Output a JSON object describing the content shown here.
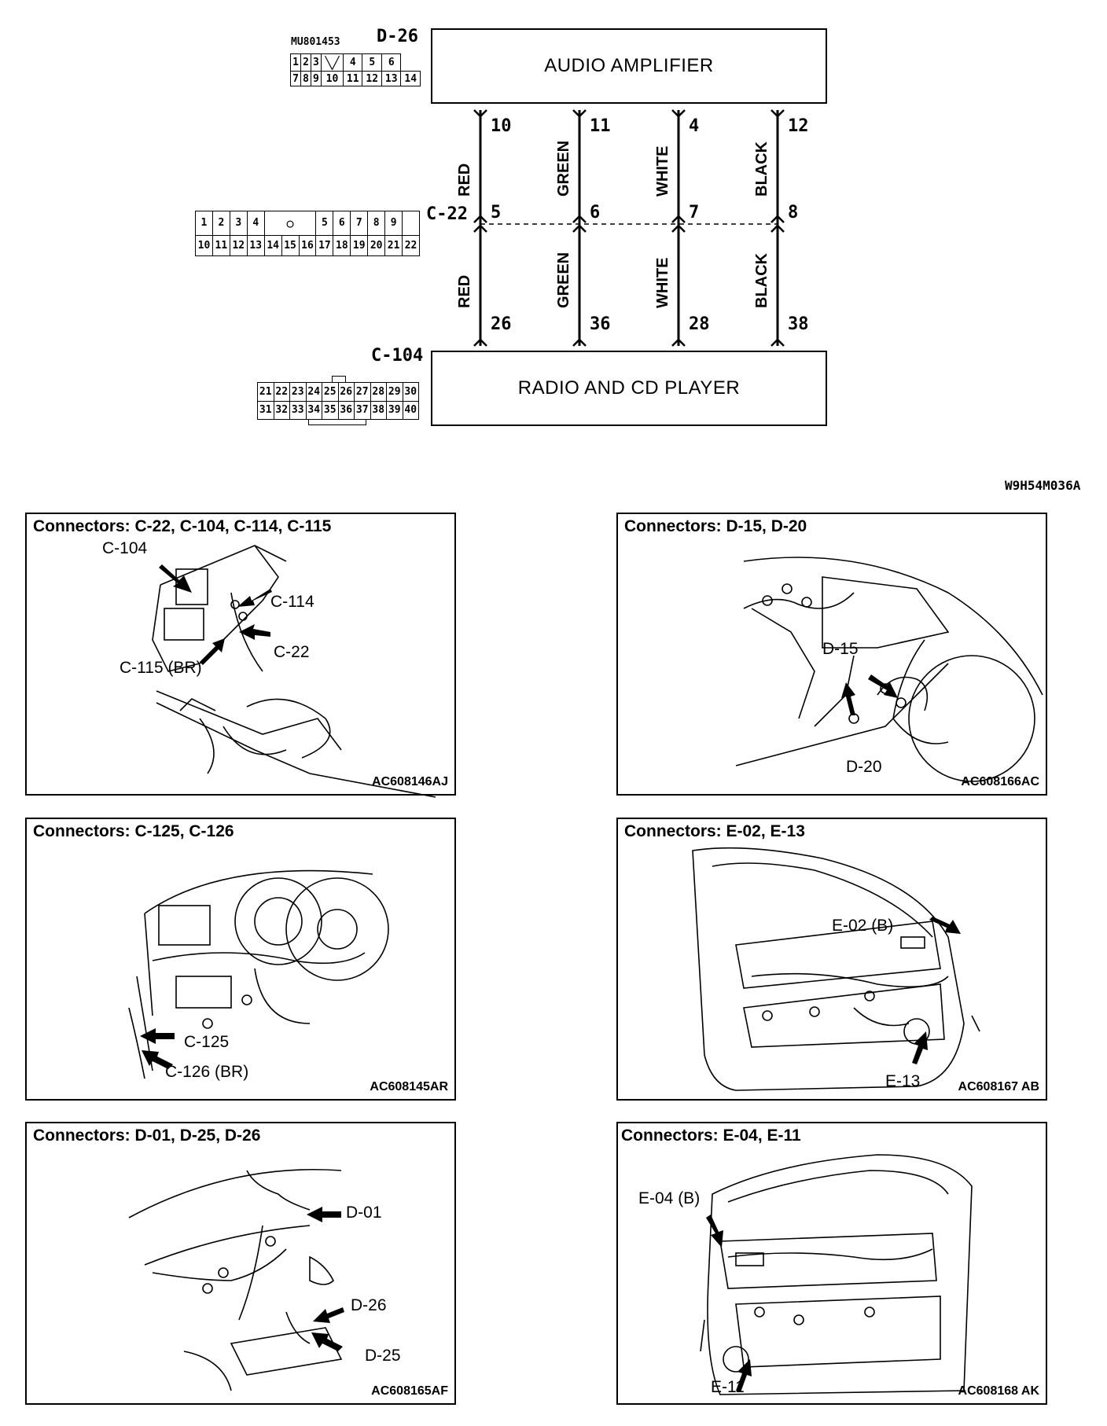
{
  "schematic": {
    "d26": {
      "part_no": "MU801453",
      "label": "D-26",
      "row1": [
        "1",
        "2",
        "3",
        "",
        "4",
        "5",
        "6"
      ],
      "row2": [
        "7",
        "8",
        "9",
        "10",
        "11",
        "12",
        "13",
        "14"
      ]
    },
    "c22": {
      "label": "C-22",
      "row1": [
        "1",
        "2",
        "3",
        "4",
        "",
        "5",
        "6",
        "7",
        "8",
        "9"
      ],
      "row2": [
        "10",
        "11",
        "12",
        "13",
        "14",
        "15",
        "16",
        "17",
        "18",
        "19",
        "20",
        "21",
        "22"
      ]
    },
    "c104": {
      "label": "C-104",
      "row1": [
        "21",
        "22",
        "23",
        "24",
        "25",
        "26",
        "27",
        "28",
        "29",
        "30"
      ],
      "row2": [
        "31",
        "32",
        "33",
        "34",
        "35",
        "36",
        "37",
        "38",
        "39",
        "40"
      ]
    },
    "amplifier_label": "AUDIO AMPLIFIER",
    "radio_label": "RADIO AND CD PLAYER",
    "wires": [
      {
        "color": "RED",
        "top_pin": "10",
        "mid_pin": "5",
        "bottom_pin": "26"
      },
      {
        "color": "GREEN",
        "top_pin": "11",
        "mid_pin": "6",
        "bottom_pin": "36"
      },
      {
        "color": "WHITE",
        "top_pin": "4",
        "mid_pin": "7",
        "bottom_pin": "28"
      },
      {
        "color": "BLACK",
        "top_pin": "12",
        "mid_pin": "8",
        "bottom_pin": "38"
      }
    ],
    "figure_code": "W9H54M036A"
  },
  "panels": [
    {
      "title": "Connectors: C-22, C-104, C-114, C-115",
      "code": "AC608146AJ",
      "callouts": [
        "C-104",
        "C-114",
        "C-22",
        "C-115 (BR)"
      ]
    },
    {
      "title": "Connectors: D-15, D-20",
      "code": "AC608166AC",
      "callouts": [
        "D-15",
        "D-20"
      ]
    },
    {
      "title": "Connectors: C-125, C-126",
      "code": "AC608145AR",
      "callouts": [
        "C-125",
        "C-126 (BR)"
      ]
    },
    {
      "title": "Connectors: E-02, E-13",
      "code": "AC608167 AB",
      "callouts": [
        "E-02 (B)",
        "E-13"
      ]
    },
    {
      "title": "Connectors: D-01, D-25, D-26",
      "code": "AC608165AF",
      "callouts": [
        "D-01",
        "D-26",
        "D-25"
      ]
    },
    {
      "title": "Connectors: E-04, E-11",
      "code": "AC608168 AK",
      "callouts": [
        "E-04 (B)",
        "E-11"
      ]
    }
  ]
}
